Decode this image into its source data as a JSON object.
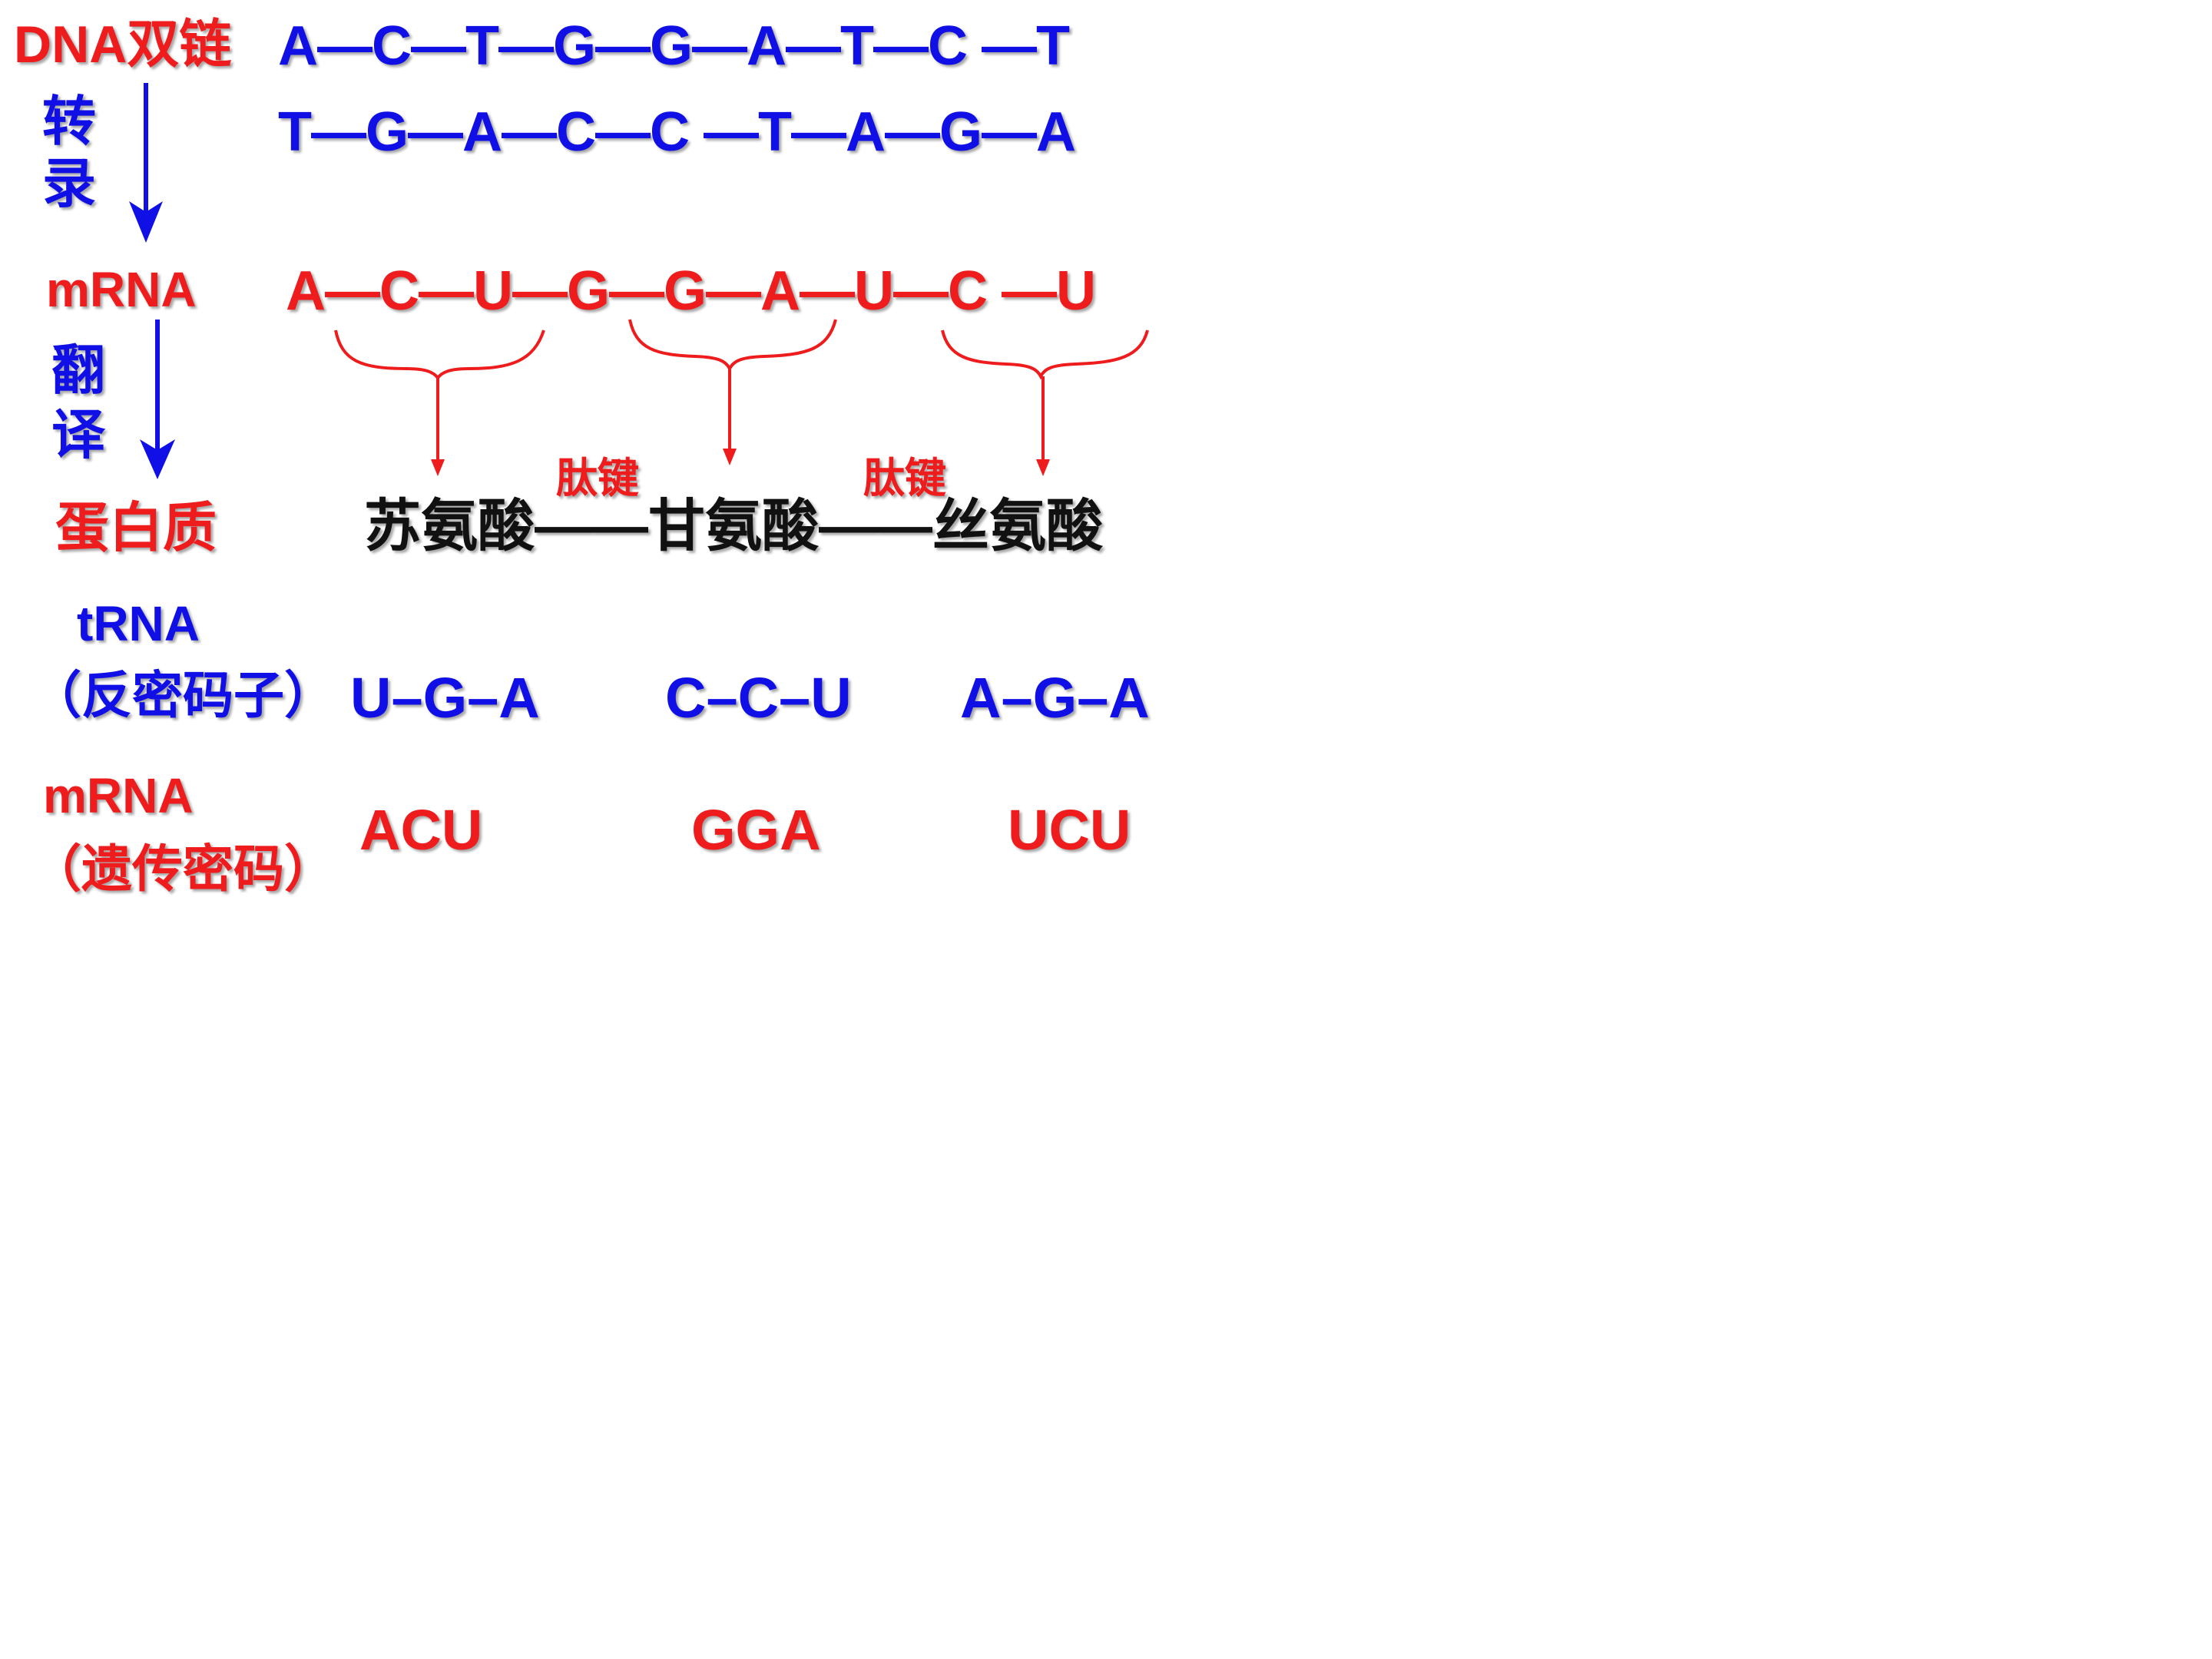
{
  "labels": {
    "dna": "DNA双链",
    "transcription": "转录",
    "mrna": "mRNA",
    "translation": "翻译",
    "protein": "蛋白质",
    "trna": "tRNA",
    "anticodon": "（反密码子）",
    "mrna2": "mRNA",
    "genetic_code": "（遗传密码）"
  },
  "dna": {
    "strand1": "A—C—T—G—G—A—T—C —T",
    "strand2": "T—G—A—C—C —T—A—G—A"
  },
  "mrna_sequence": "A—C—U—G—G—A—U—C —U",
  "protein": {
    "amino_acids": [
      "苏氨酸",
      "甘氨酸",
      "丝氨酸"
    ],
    "dash": "——",
    "bond_label": "肽键"
  },
  "anticodons": [
    "U–G–A",
    "C–C–U",
    "A–G–A"
  ],
  "codons": [
    "ACU",
    "GGA",
    "UCU"
  ],
  "colors": {
    "red": "#ee1c1c",
    "blue": "#1010e6",
    "black": "#111111"
  }
}
